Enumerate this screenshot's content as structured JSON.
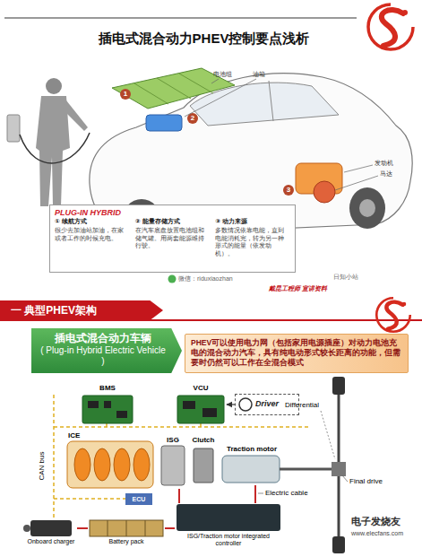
{
  "diagram": {
    "title": "插电式混合动力PHEV控制要点浅析",
    "nodes": [
      {
        "text": [
          "PLUG-IN HYBRID",
          "① 续航方式",
          "很少去加油站加油，在家或者工作的时候充电。",
          "② 能量存储方式",
          "在汽车底盘放置电池组和储气罐。用两套能源维持行驶。",
          "③ 动力来源",
          "多数情况依靠电能，直到电能消耗完，转为另一种形式的能量（依发动机）。"
        ]
      },
      {
        "text": [
          "一 典型PHEV架构"
        ]
      },
      {
        "text": [
          "插电式混合动力车辆",
          "( Plug-in Hybrid Electric Vehicle )"
        ]
      },
      {
        "text": [
          "PHEV可以使用电力网（包括家用电源插座）对动力电池充电的混合动力汽车，具有纯电动形式较长距离的功能，但需要时仍然可以工作在全混合模式"
        ]
      },
      {
        "text": [
          "BMS"
        ]
      },
      {
        "text": [
          "VCU"
        ]
      },
      {
        "text": [
          "Driver"
        ]
      },
      {
        "text": [
          "ICE"
        ]
      },
      {
        "text": [
          "ISG"
        ]
      },
      {
        "text": [
          "Clutch"
        ]
      },
      {
        "text": [
          "Traction motor"
        ]
      },
      {
        "text": [
          "ECU"
        ]
      },
      {
        "text": [
          "Onboard charger"
        ]
      },
      {
        "text": [
          "Battery pack"
        ]
      },
      {
        "text": [
          "ISG/Traction motor integrated controller"
        ]
      }
    ],
    "edges": [
      {
        "from": 6,
        "to": 5,
        "arrow": "to"
      },
      {
        "from": 12,
        "to": 13,
        "arrow": "none"
      },
      {
        "from": 13,
        "to": 14,
        "arrow": "none"
      },
      {
        "from": 14,
        "to": 10,
        "arrow": "none"
      },
      {
        "from": 14,
        "to": 8,
        "arrow": "none"
      }
    ],
    "labels": [
      "电池组",
      "油箱",
      "发动机",
      "马达",
      "1",
      "2",
      "3",
      "微信：riduxiaozhan",
      "日知小站",
      "戴昆工程师 宣讲资料",
      "Differential",
      "Final drive",
      "CAN bus",
      "Electric cable",
      "电子发烧友",
      "www.elecfans.com"
    ]
  }
}
